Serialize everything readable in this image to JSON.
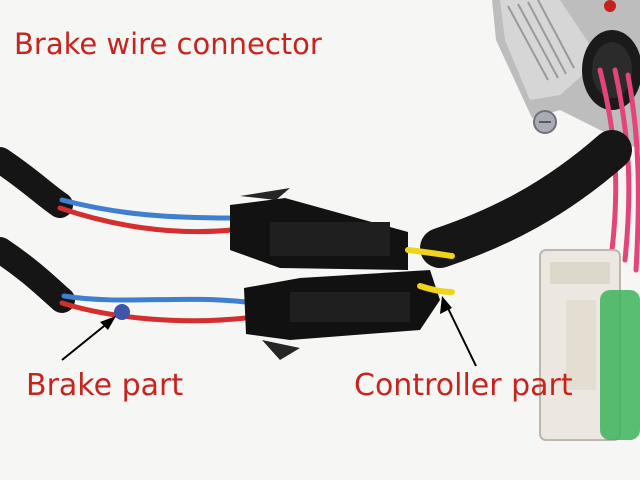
{
  "labels": {
    "title": "Brake wire connector",
    "brake_part": "Brake part",
    "controller_part": "Controller part"
  },
  "colors": {
    "label_text": "#c8241e",
    "cable_sheath": "#1b1b1b",
    "wire_red": "#d32f2f",
    "wire_blue": "#3f7fd0",
    "wire_yellow": "#f2d31b",
    "wire_pink": "#e3447a",
    "connector_body": "#111111",
    "controller_housing": "#c9c9c9",
    "white_connector": "#efece6",
    "green_connector": "#3db35a"
  }
}
